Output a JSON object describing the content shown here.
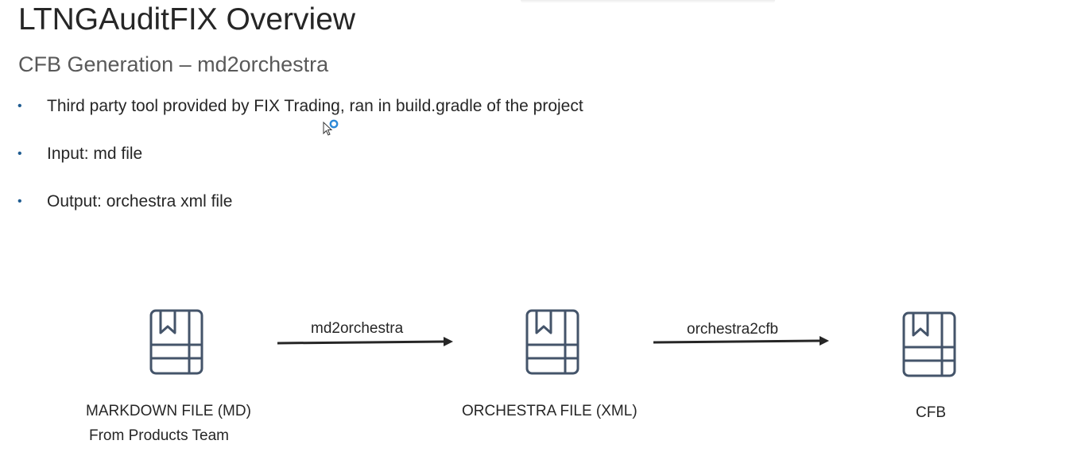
{
  "slide": {
    "title": "LTNGAuditFIX Overview",
    "subtitle": "CFB Generation – md2orchestra",
    "bullets": [
      "Third party tool provided by FIX Trading, ran in build.gradle of the project",
      "Input: md file",
      "Output: orchestra xml file"
    ],
    "bullet_glyph": "•"
  },
  "diagram": {
    "nodes": [
      {
        "label": "MARKDOWN FILE (MD)",
        "sublabel": "From Products Team",
        "icon": "book-icon"
      },
      {
        "label": "ORCHESTRA FILE (XML)",
        "sublabel": "",
        "icon": "book-icon"
      },
      {
        "label": "CFB",
        "sublabel": "",
        "icon": "book-icon"
      }
    ],
    "arrows": [
      {
        "label": "md2orchestra"
      },
      {
        "label": "orchestra2cfb"
      }
    ],
    "colors": {
      "icon": "#44546a",
      "arrow": "#262626",
      "bullet": "#1f5c91"
    }
  }
}
